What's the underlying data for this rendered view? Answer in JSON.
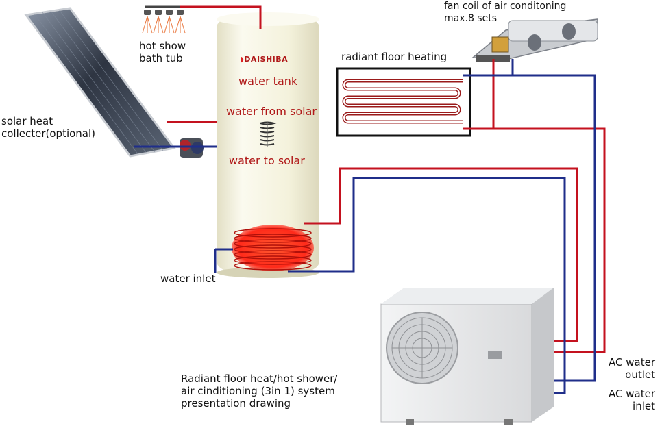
{
  "labels": {
    "shower": [
      "hot show",
      "bath tub"
    ],
    "solar": [
      "solar heat",
      "collecter(optional)"
    ],
    "brand": "DAISHIBA",
    "tank": "water tank",
    "from_solar": "water from solar",
    "to_solar": "water to solar",
    "water_inlet": "water inlet",
    "floor_heating": "radiant floor heating",
    "fan_coil": [
      "fan coil of air conditoning",
      "max.8 sets"
    ],
    "caption": [
      "Radiant floor heat/hot shower/",
      "air cinditioning (3in 1) system",
      "presentation drawing"
    ],
    "ac_outlet": [
      "AC water",
      "outlet"
    ],
    "ac_inlet": [
      "AC water",
      "inlet"
    ]
  },
  "colors": {
    "hot_pipe": "#c4121f",
    "cold_pipe": "#1f2e8a",
    "tank": "#f4f2dc",
    "coil_glow": "#ff2a1a",
    "unit": "#e9eaec",
    "panel": "#3a4250"
  }
}
